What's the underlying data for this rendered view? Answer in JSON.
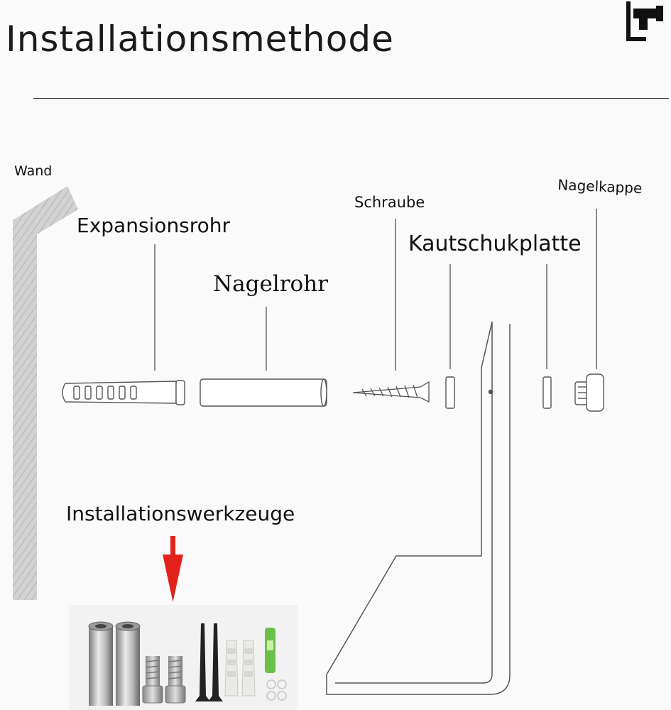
{
  "title": "Installationsmethode",
  "labels": {
    "wand": "Wand",
    "expansionsrohr": "Expansionsrohr",
    "nagelrohr": "Nagelrohr",
    "schraube": "Schraube",
    "kautschukplatte": "Kautschukplatte",
    "nagelkappe": "Nagelkappe",
    "installationswerkzeuge": "Installationswerkzeuge"
  },
  "icons": {
    "logo": "drill-icon",
    "arrow": "arrow-down-icon"
  },
  "colors": {
    "line": "#555555",
    "wall": "#cfcfcf",
    "arrow": "#e3231b",
    "level": "#6cc04a"
  }
}
